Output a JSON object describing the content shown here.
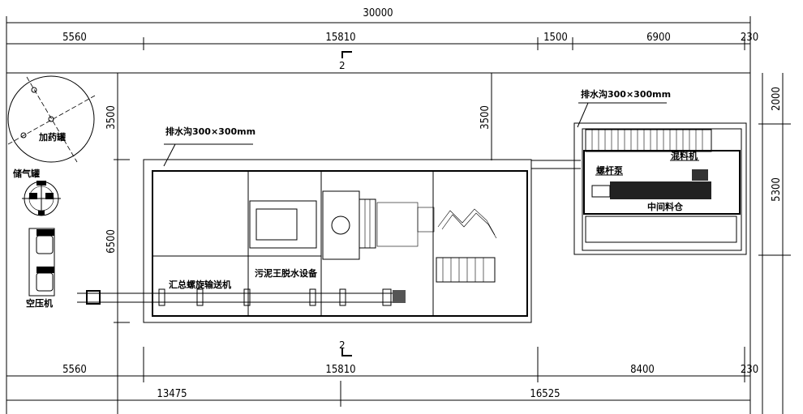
{
  "dimensions": {
    "top_total": "30000",
    "top_segments": [
      "5560",
      "15810",
      "1500",
      "6900",
      "230"
    ],
    "bottom_segments": [
      "5560",
      "15810",
      "8400",
      "230"
    ],
    "bottom_totals": [
      "13475",
      "16525"
    ],
    "left_vertical": [
      "3500",
      "6500"
    ],
    "mid_vertical": "3500",
    "right_vertical": [
      "2000",
      "5300"
    ]
  },
  "section_marks": [
    "2",
    "2"
  ],
  "labels": {
    "drain_left": "排水沟300×300mm",
    "drain_right": "排水沟300×300mm",
    "dosing_tank": "加药罐",
    "air_tank": "储气罐",
    "air_compressor": "空压机",
    "screw_conveyor": "汇总螺旋输送机",
    "dewatering_unit": "污泥王脱水设备",
    "mixer": "混料机",
    "screw_pump": "螺杆泵",
    "silo": "中间料仓"
  }
}
